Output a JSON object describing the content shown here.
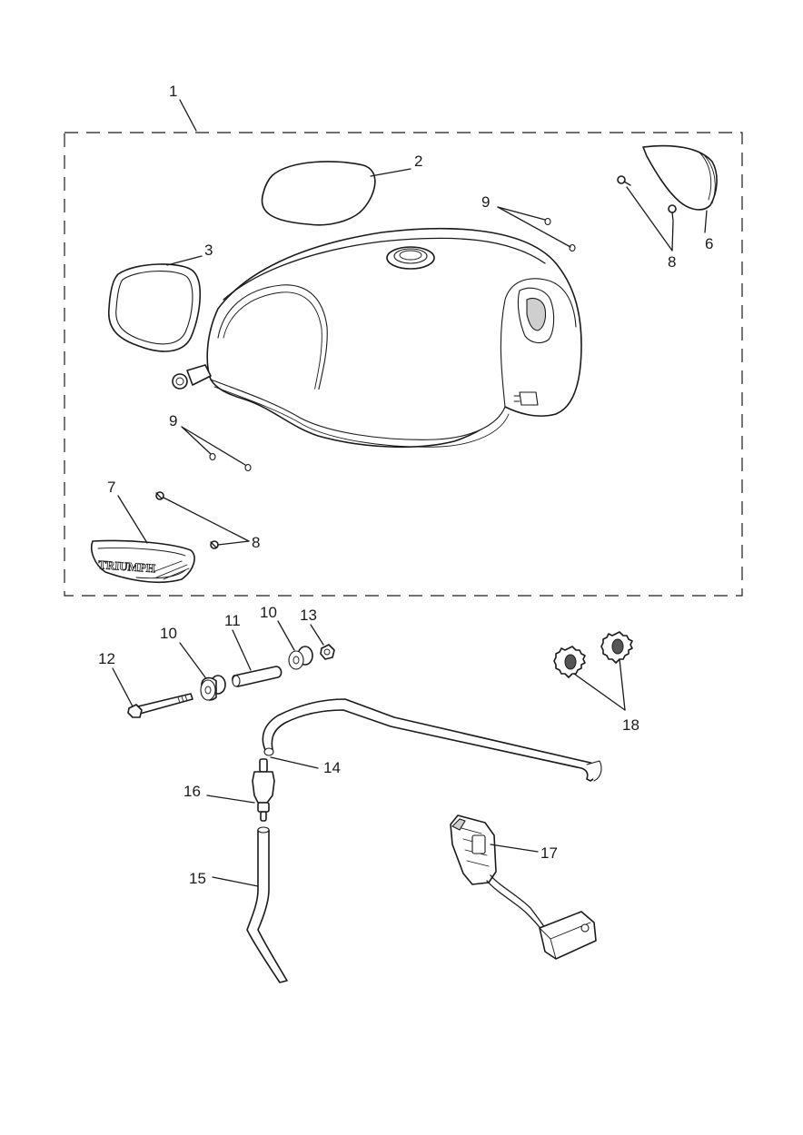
{
  "diagram": {
    "callouts": {
      "c1": "1",
      "c2": "2",
      "c3": "3",
      "c6": "6",
      "c7": "7",
      "c8a": "8",
      "c8b": "8",
      "c9a": "9",
      "c9b": "9",
      "c10a": "10",
      "c10b": "10",
      "c11": "11",
      "c12": "12",
      "c13": "13",
      "c14": "14",
      "c15": "15",
      "c16": "16",
      "c17": "17",
      "c18": "18"
    },
    "logo_text": "TRIUMPH"
  }
}
